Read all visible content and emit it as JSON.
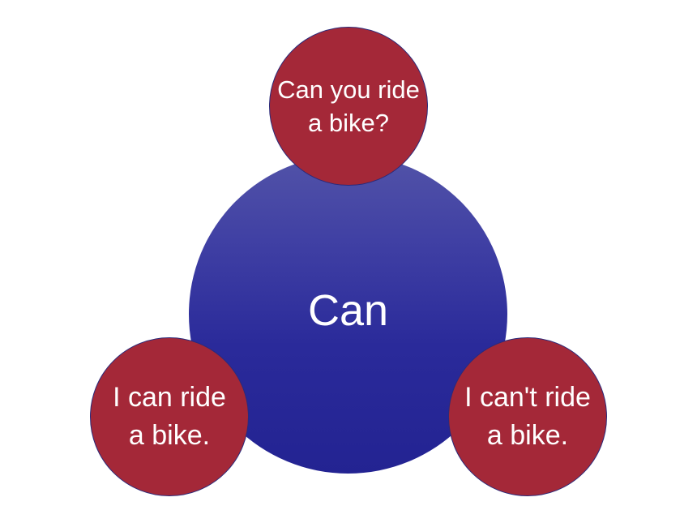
{
  "diagram": {
    "center": {
      "label": "Can",
      "color": "#2a2a9a"
    },
    "top": {
      "line1": "Can you ride",
      "line2": "a bike?",
      "color": "#a42838"
    },
    "left": {
      "line1": "I can ride",
      "line2": "a bike.",
      "color": "#a42838"
    },
    "right": {
      "line1": "I can't ride",
      "line2": "a bike.",
      "color": "#a42838"
    }
  }
}
